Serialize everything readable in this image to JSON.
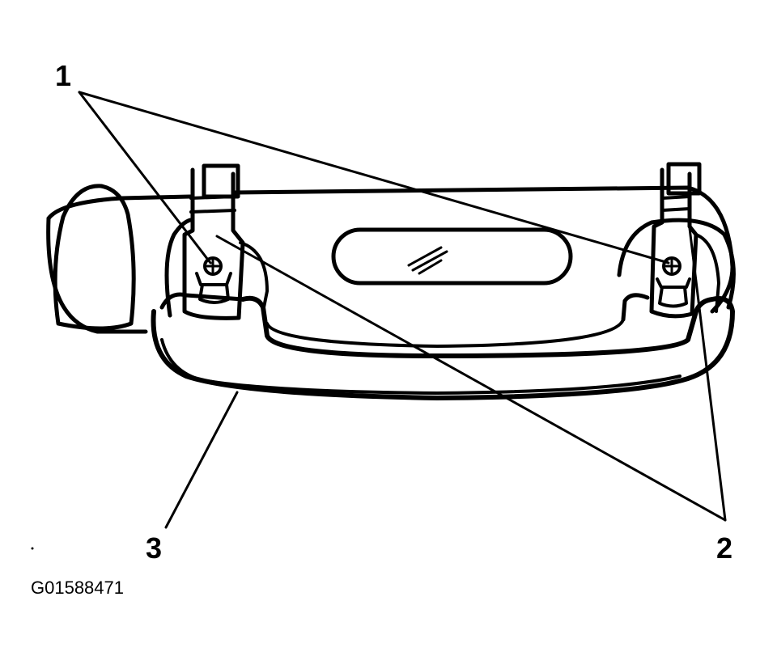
{
  "callouts": {
    "c1": "1",
    "c2": "2",
    "c3": "3"
  },
  "figure_id": "G01588471",
  "colors": {
    "ink": "#000000",
    "paper": "#ffffff"
  }
}
